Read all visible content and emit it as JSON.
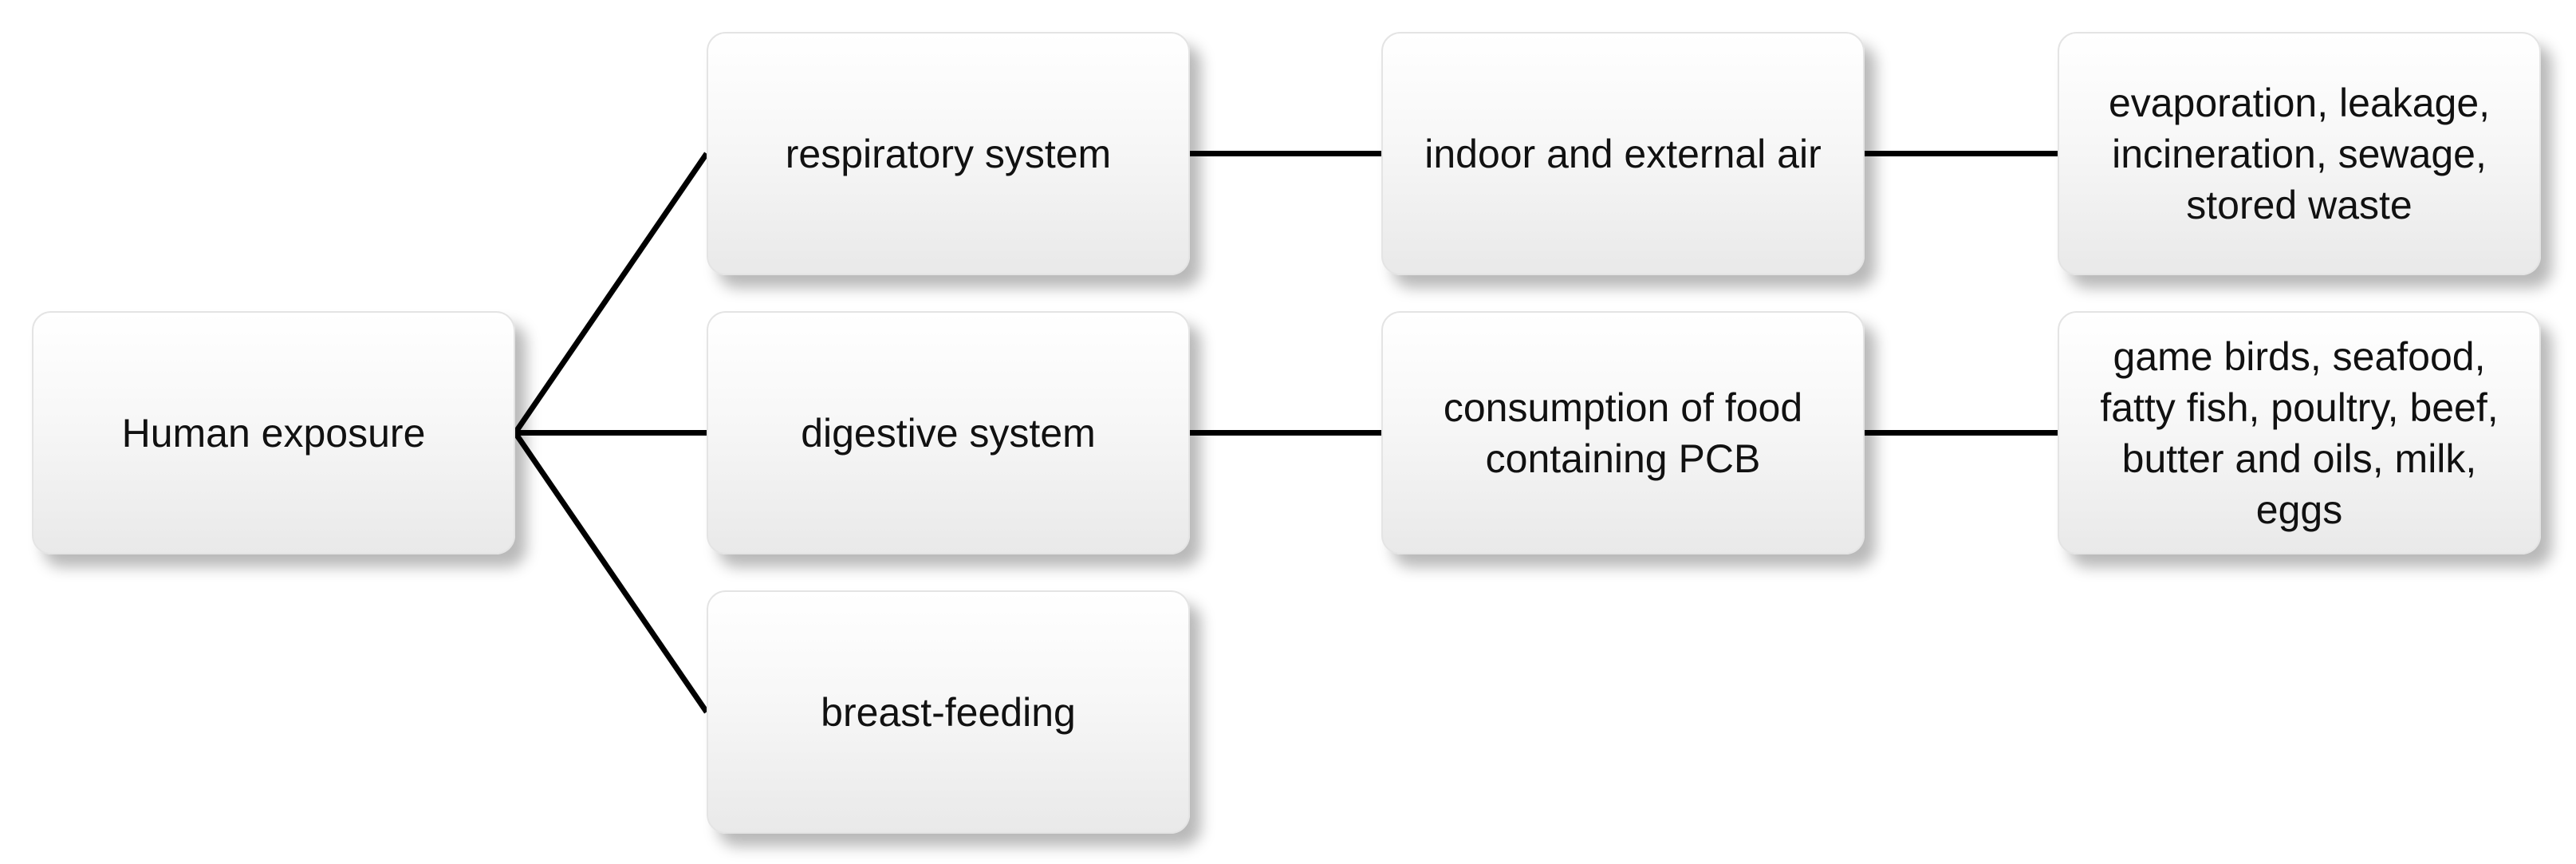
{
  "diagram": {
    "root": {
      "label": [
        "Human exposure"
      ]
    },
    "routes": [
      {
        "label": [
          "respiratory system"
        ]
      },
      {
        "label": [
          "digestive system"
        ]
      },
      {
        "label": [
          "breast-feeding"
        ]
      }
    ],
    "media": [
      {
        "label": [
          "indoor and external air"
        ]
      },
      {
        "label": [
          "consumption of food",
          "containing PCB"
        ]
      }
    ],
    "sources": [
      {
        "label": [
          "evaporation, leakage,",
          "incineration, sewage,",
          "stored waste"
        ]
      },
      {
        "label": [
          "game birds, seafood,",
          "fatty fish, poultry, beef,",
          "butter and oils, milk,",
          "eggs"
        ]
      }
    ],
    "edges": [
      [
        "root",
        "routes.0"
      ],
      [
        "root",
        "routes.1"
      ],
      [
        "root",
        "routes.2"
      ],
      [
        "routes.0",
        "media.0"
      ],
      [
        "routes.1",
        "media.1"
      ],
      [
        "media.0",
        "sources.0"
      ],
      [
        "media.1",
        "sources.1"
      ]
    ],
    "colors": {
      "connector": "#000000",
      "text": "#111111",
      "box_border": "#e4e4e4"
    }
  }
}
